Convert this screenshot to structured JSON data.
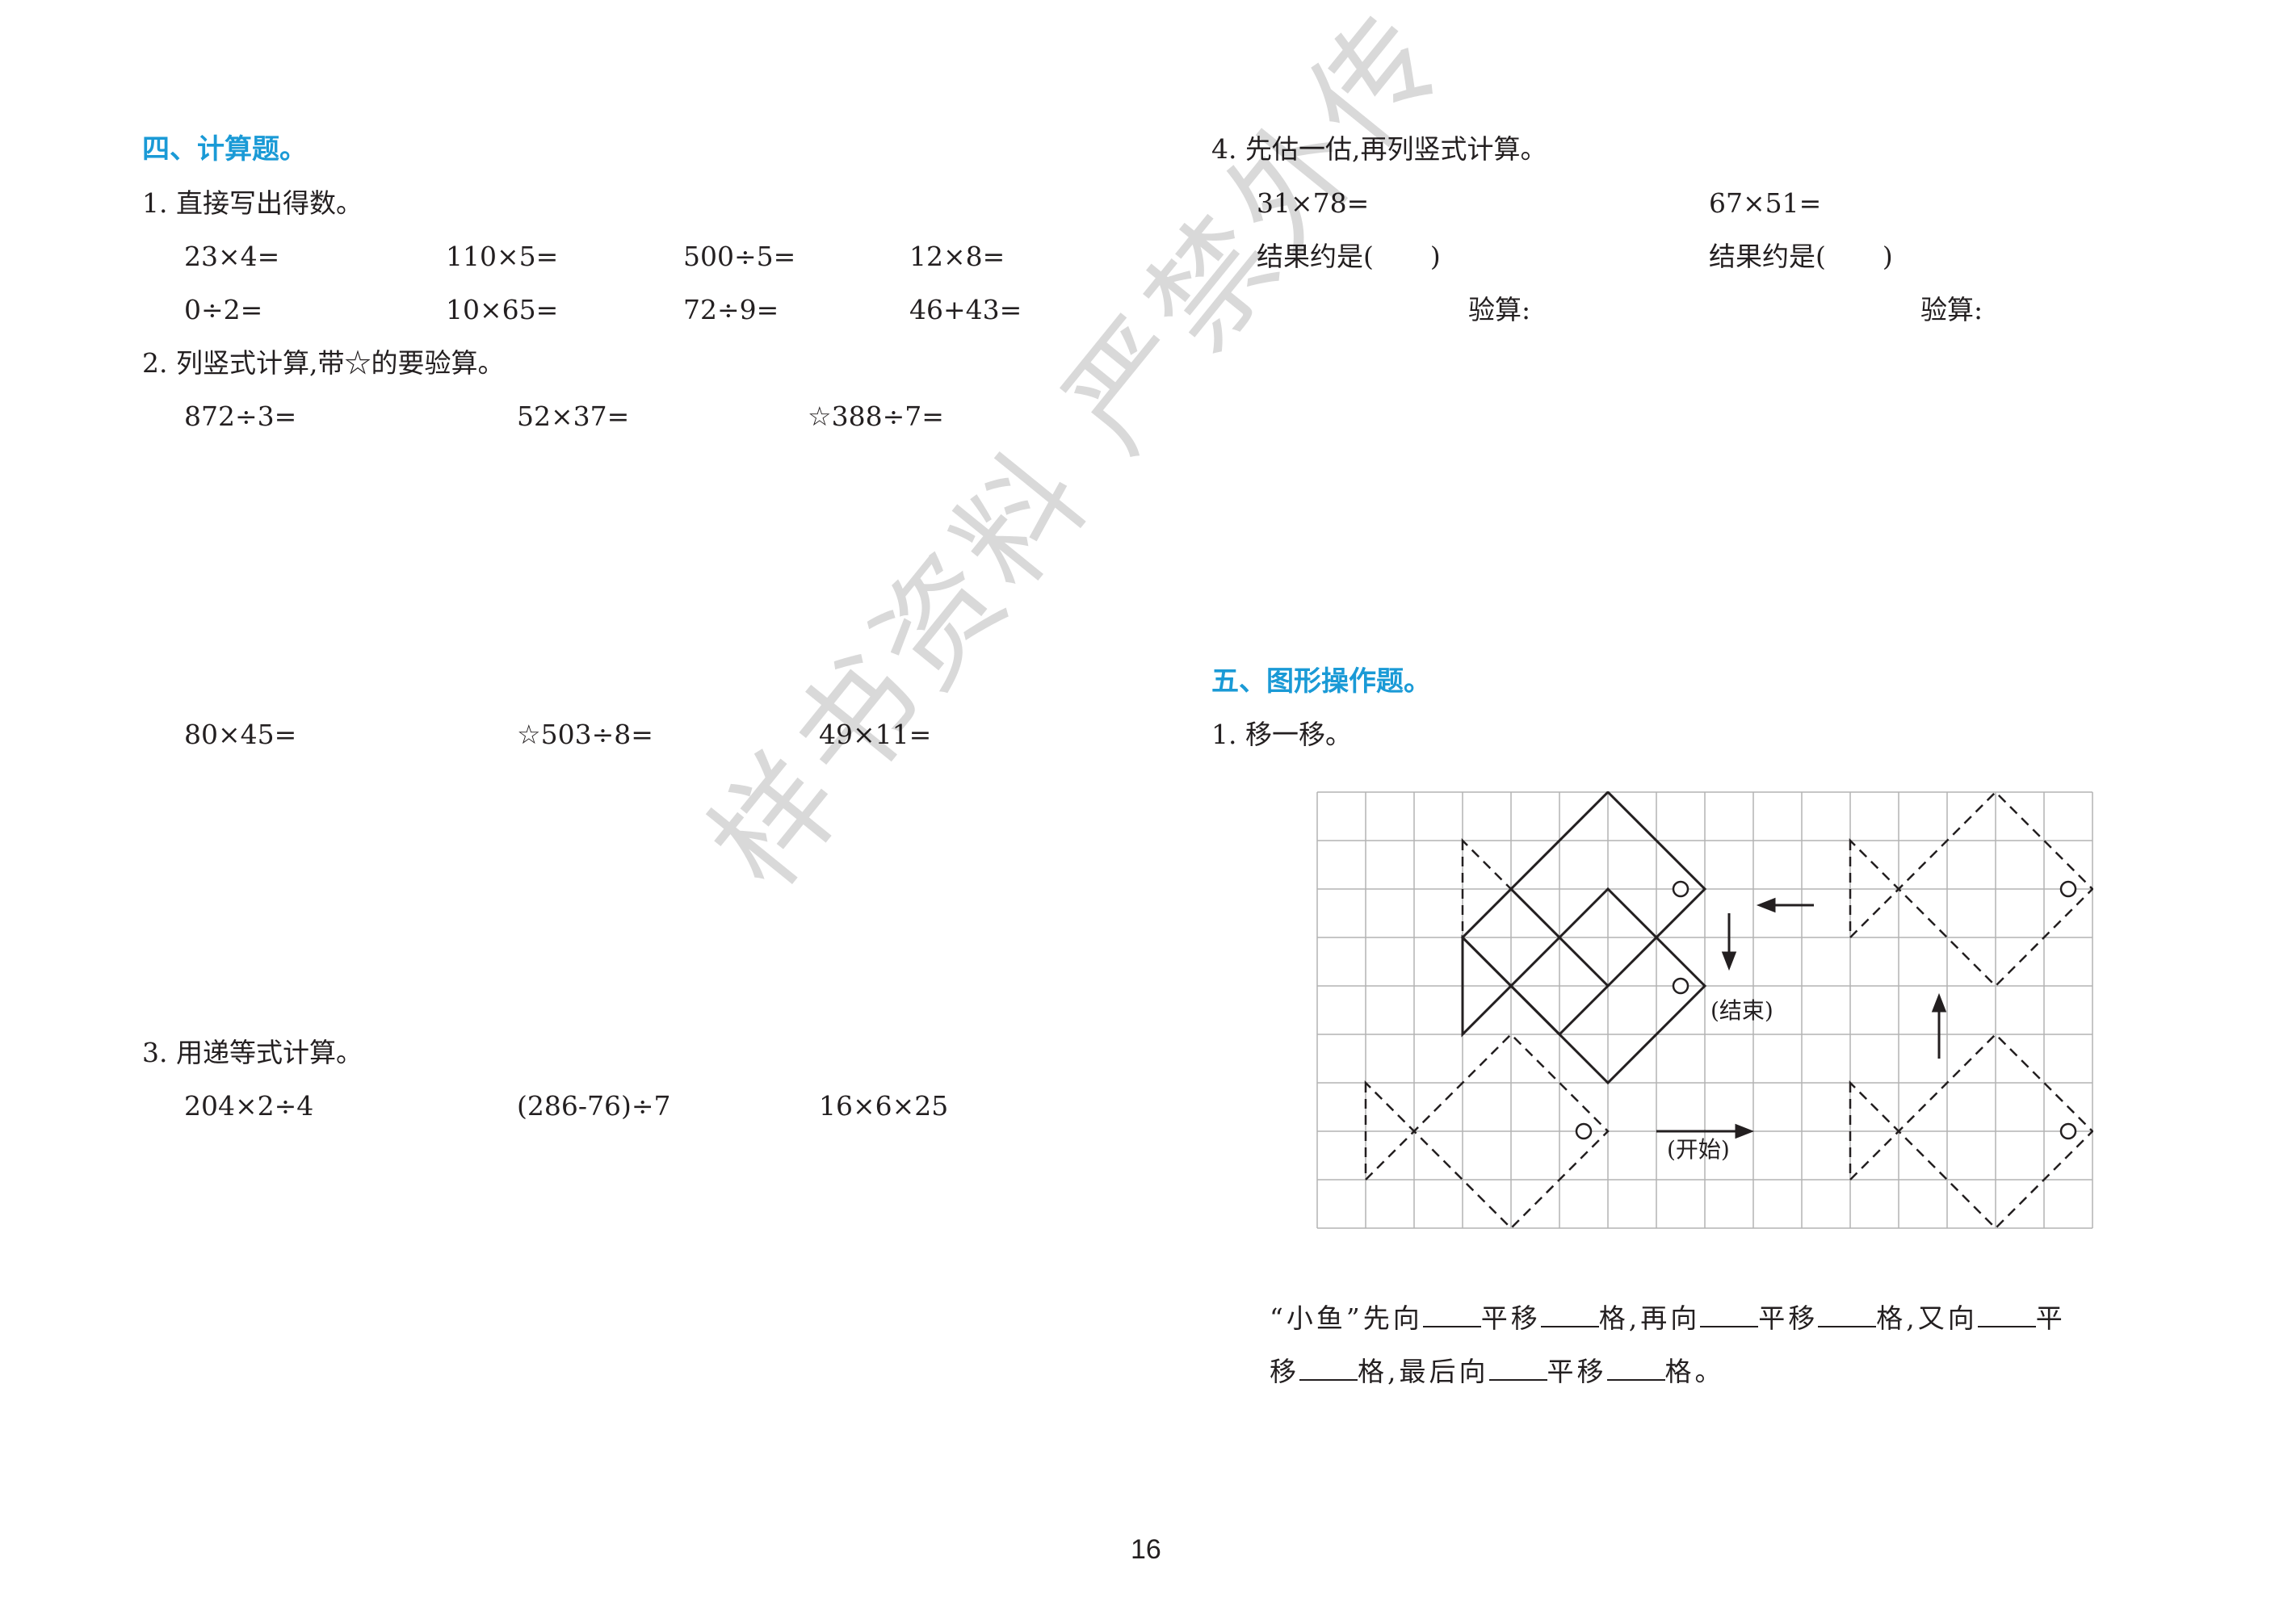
{
  "section4": {
    "heading": "四、计算题。",
    "q1": {
      "title": "1. 直接写出得数。",
      "items": [
        "23×4=",
        "110×5=",
        "500÷5=",
        "12×8=",
        "0÷2=",
        "10×65=",
        "72÷9=",
        "46+43="
      ]
    },
    "q2": {
      "title": "2. 列竖式计算,带☆的要验算。",
      "items": [
        "872÷3=",
        "52×37=",
        "☆388÷7=",
        "80×45=",
        "☆503÷8=",
        "49×11="
      ]
    },
    "q3": {
      "title": "3. 用递等式计算。",
      "items": [
        "204×2÷4",
        "(286-76)÷7",
        "16×6×25"
      ]
    },
    "q4": {
      "title": "4. 先估一估,再列竖式计算。",
      "items": [
        "31×78=",
        "67×51="
      ],
      "estimate_label": "结果约是(",
      "estimate_close": ")",
      "check_label": "验算:"
    }
  },
  "section5": {
    "heading": "五、图形操作题。",
    "q1": {
      "title": "1. 移一移。",
      "end_label": "(结束)",
      "start_label": "(开始)",
      "sentence": {
        "p1": "“小鱼”先向",
        "p2": "平移",
        "p3": "格,再向",
        "p4": "平移",
        "p5": "格,又向",
        "p6": "平",
        "p7": "移",
        "p8": "格,最后向",
        "p9": "平移",
        "p10": "格。"
      }
    }
  },
  "watermark": "样书资料 严禁外传",
  "page_number": "16"
}
